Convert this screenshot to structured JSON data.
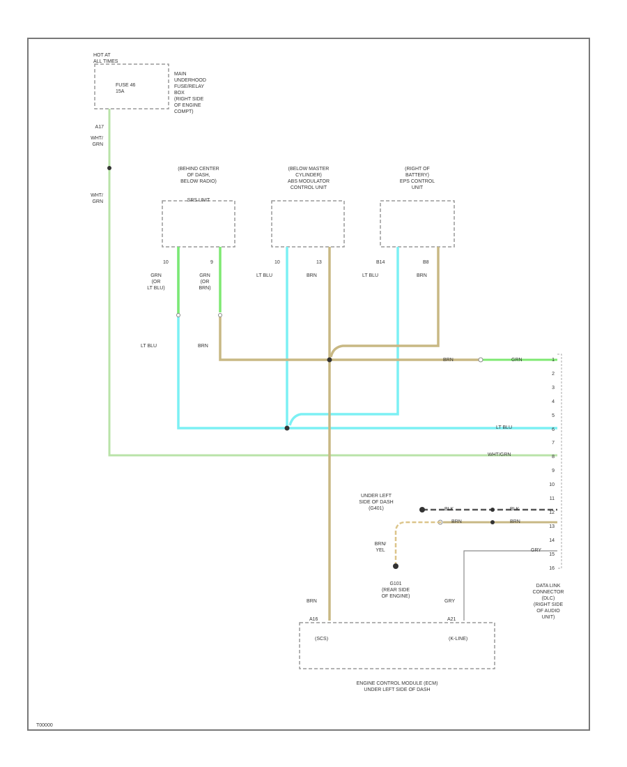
{
  "fuse_box": {
    "hot_label": [
      "HOT AT",
      "ALL TIMES"
    ],
    "fuse": [
      "FUSE 46",
      "15A"
    ],
    "location": [
      "MAIN",
      "UNDERHOOD",
      "FUSE/RELAY",
      "BOX",
      "(RIGHT SIDE",
      "OF ENGINE",
      "COMPT)"
    ],
    "pin": "A17",
    "wire_color_1": [
      "WHT/",
      "GRN"
    ],
    "wire_color_2": [
      "WHT/",
      "GRN"
    ]
  },
  "components": [
    {
      "location": [
        "(BEHIND CENTER",
        "OF DASH,",
        "BELOW RADIO)"
      ],
      "name": "SRS UNIT",
      "pins": [
        "10",
        "9"
      ],
      "wire_colors": [
        [
          "GRN",
          "(OR",
          "LT BLU)"
        ],
        [
          "GRN",
          "(OR",
          "BRN)"
        ]
      ]
    },
    {
      "location": [
        "(BELOW MASTER",
        "CYLINDER)",
        "ABS MODULATOR",
        "CONTROL UNIT"
      ],
      "name": "",
      "pins": [
        "10",
        "13"
      ],
      "wire_colors": [
        [
          "LT BLU"
        ],
        [
          "BRN"
        ]
      ]
    },
    {
      "location": [
        "(RIGHT OF",
        "BATTERY)",
        "EPS CONTROL",
        "UNIT"
      ],
      "name": "",
      "pins": [
        "B14",
        "B8"
      ],
      "wire_colors": [
        [
          "LT BLU"
        ],
        [
          "BRN"
        ]
      ]
    }
  ],
  "bus_labels": {
    "lt_blu_left": "LT BLU",
    "brn_left": "BRN",
    "brn_right": "BRN",
    "grn_right": "GRN",
    "lt_blu_right": "LT BLU",
    "wht_grn_right": "WHT/GRN"
  },
  "ground": {
    "location": [
      "UNDER LEFT",
      "SIDE OF DASH",
      "(G401)"
    ],
    "wire_blk": "BLK",
    "wire_blk_2": "BLK",
    "wire_brn_1": "BRN",
    "wire_brn_2": "BRN",
    "wire_brn_yel": [
      "BRN/",
      "YEL"
    ],
    "g101_name": "G101",
    "g101_location": [
      "(REAR SIDE",
      "OF ENGINE)"
    ]
  },
  "dlc": {
    "pins": [
      "1",
      "2",
      "3",
      "4",
      "5",
      "6",
      "7",
      "8",
      "9",
      "10",
      "11",
      "12",
      "13",
      "14",
      "15",
      "16"
    ],
    "gry_wire": "GRY",
    "label": [
      "DATA LINK",
      "CONNECTOR",
      "(DLC)",
      "(RIGHT SIDE",
      "OF AUDIO",
      "UNIT)"
    ]
  },
  "ecm": {
    "wire_brn": "BRN",
    "wire_gry": "GRY",
    "pin_left": "A16",
    "pin_right": "A21",
    "sub_left": "(SCS)",
    "sub_right": "(K-LINE)",
    "label": [
      "ENGINE CONTROL MODULE (ECM)",
      "UNDER LEFT SIDE OF DASH"
    ]
  },
  "footer_code": "T00000",
  "colors": {
    "frame": "#777777",
    "wht_grn": "#b9e3a8",
    "grn": "#7ee872",
    "lt_blu": "#7cf0f4",
    "brn": "#c8b884",
    "blk": "#555555",
    "gry": "#8a8a8a"
  }
}
